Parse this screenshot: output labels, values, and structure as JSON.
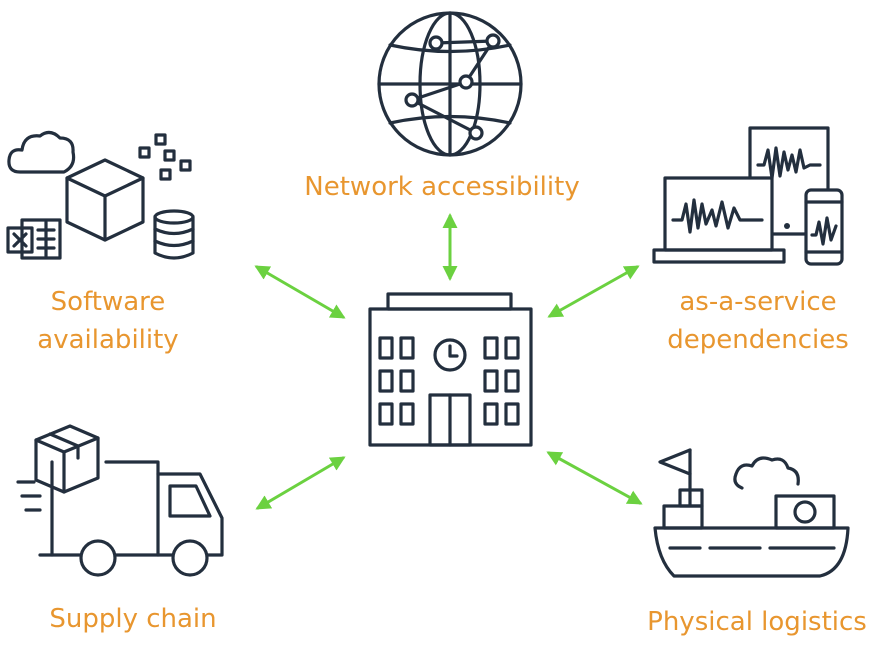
{
  "diagram": {
    "labels": {
      "network": "Network accessibility",
      "software_line1": "Software",
      "software_line2": "availability",
      "service_line1": "as-a-service",
      "service_line2": "dependencies",
      "supply": "Supply chain",
      "logistics": "Physical logistics"
    },
    "icons": {
      "center": "office-building-icon",
      "network": "globe-network-icon",
      "software": "software-assets-icon",
      "service": "devices-icon",
      "supply": "delivery-truck-icon",
      "logistics": "cargo-ship-icon"
    },
    "colors": {
      "label": "#e8962f",
      "icon_stroke": "#232f3e",
      "arrow": "#6bd140",
      "background": "#ffffff"
    }
  }
}
